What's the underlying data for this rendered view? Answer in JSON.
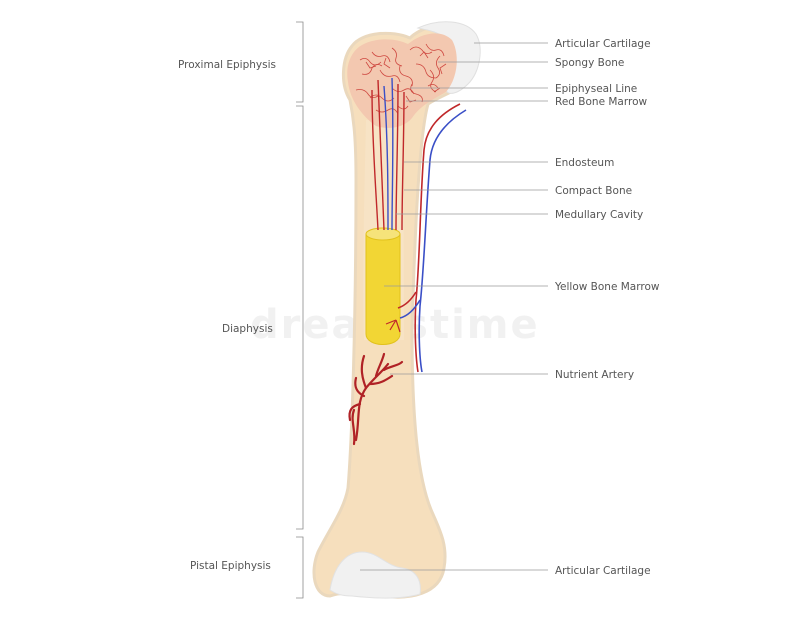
{
  "regions": [
    {
      "key": "proximal",
      "label": "Proximal Epiphysis"
    },
    {
      "key": "diaphysis",
      "label": "Diaphysis"
    },
    {
      "key": "distal",
      "label": "Pistal Epiphysis"
    }
  ],
  "parts": [
    {
      "key": "articular-top",
      "label": "Articular Cartilage"
    },
    {
      "key": "spongy",
      "label": "Spongy Bone"
    },
    {
      "key": "epiphyseal",
      "label": "Epiphyseal Line"
    },
    {
      "key": "red-marrow",
      "label": "Red Bone Marrow"
    },
    {
      "key": "endosteum",
      "label": "Endosteum"
    },
    {
      "key": "compact",
      "label": "Compact Bone"
    },
    {
      "key": "medullary",
      "label": "Medullary Cavity"
    },
    {
      "key": "yellow-marrow",
      "label": "Yellow Bone Marrow"
    },
    {
      "key": "nutrient",
      "label": "Nutrient Artery"
    },
    {
      "key": "articular-bottom",
      "label": "Articular Cartilage"
    }
  ],
  "watermark": "dreamstime",
  "colors": {
    "bone": "#f6dfbd",
    "bone_edge": "#ead0a8",
    "cartilage": "#f2f2f2",
    "spongy": "#c8322d",
    "artery": "#c0282a",
    "vein": "#3a4fc7",
    "yellow_marrow": "#f2d634"
  }
}
